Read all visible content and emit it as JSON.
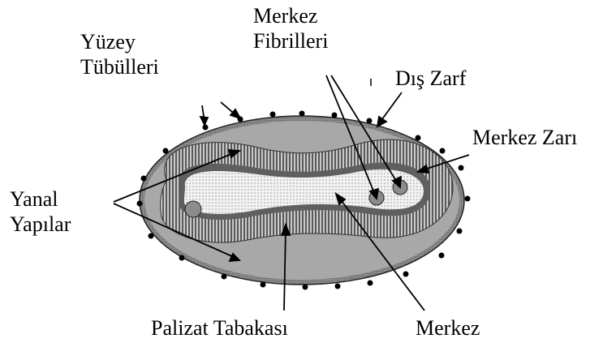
{
  "labels": {
    "surface_tubules": {
      "line1": "Yüzey",
      "line2": "Tübülleri"
    },
    "core_fibrils": {
      "line1": "Merkez",
      "line2": "Fibrilleri"
    },
    "outer_envelope": "Dış Zarf",
    "core_membrane": "Merkez Zarı",
    "lateral_bodies": {
      "line1": "Yanal",
      "line2": "Yapılar"
    },
    "palisade_layer": "Palizat Tabakası",
    "core": "Merkez"
  },
  "colors": {
    "outer_body": "#a6a6a6",
    "palisade": "#6d6d6d",
    "core_fill": "#e4e4e4",
    "ink": "#000000"
  }
}
